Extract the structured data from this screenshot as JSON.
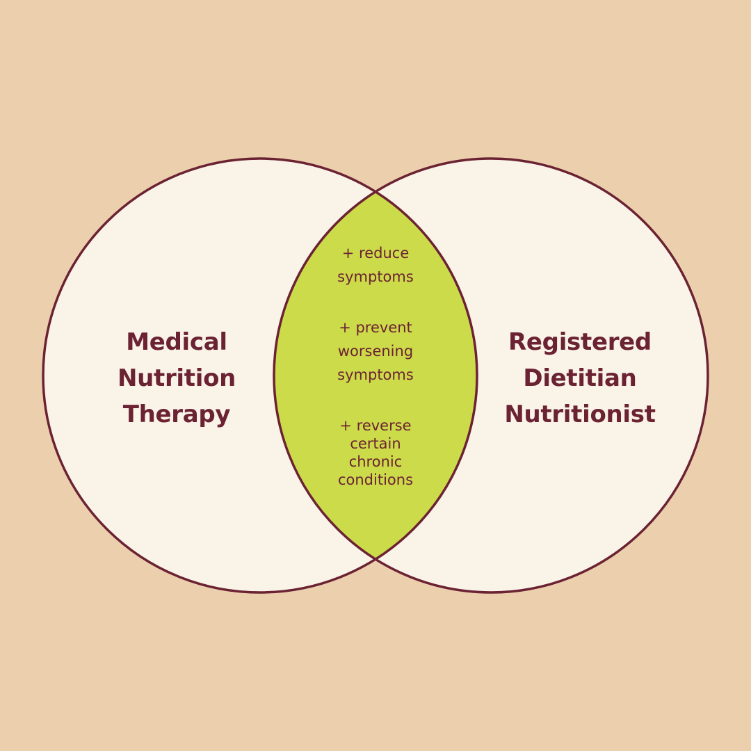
{
  "colors": {
    "background": "#ECD0AE",
    "circle_fill": "#FAF4E8",
    "overlap_fill": "#CCDB4A",
    "outline": "#6B2233",
    "text": "#6B2233"
  },
  "left_circle": {
    "label_lines": [
      "Medical",
      "Nutrition",
      "Therapy"
    ]
  },
  "right_circle": {
    "label_lines": [
      "Registered",
      "Dietitian",
      "Nutritionist"
    ]
  },
  "overlap": {
    "benefits": [
      {
        "lines": [
          "+ reduce",
          "symptoms"
        ]
      },
      {
        "lines": [
          "+ prevent",
          "worsening",
          "symptoms"
        ]
      },
      {
        "lines": [
          "+ reverse",
          "certain",
          "chronic",
          "conditions"
        ]
      }
    ]
  }
}
